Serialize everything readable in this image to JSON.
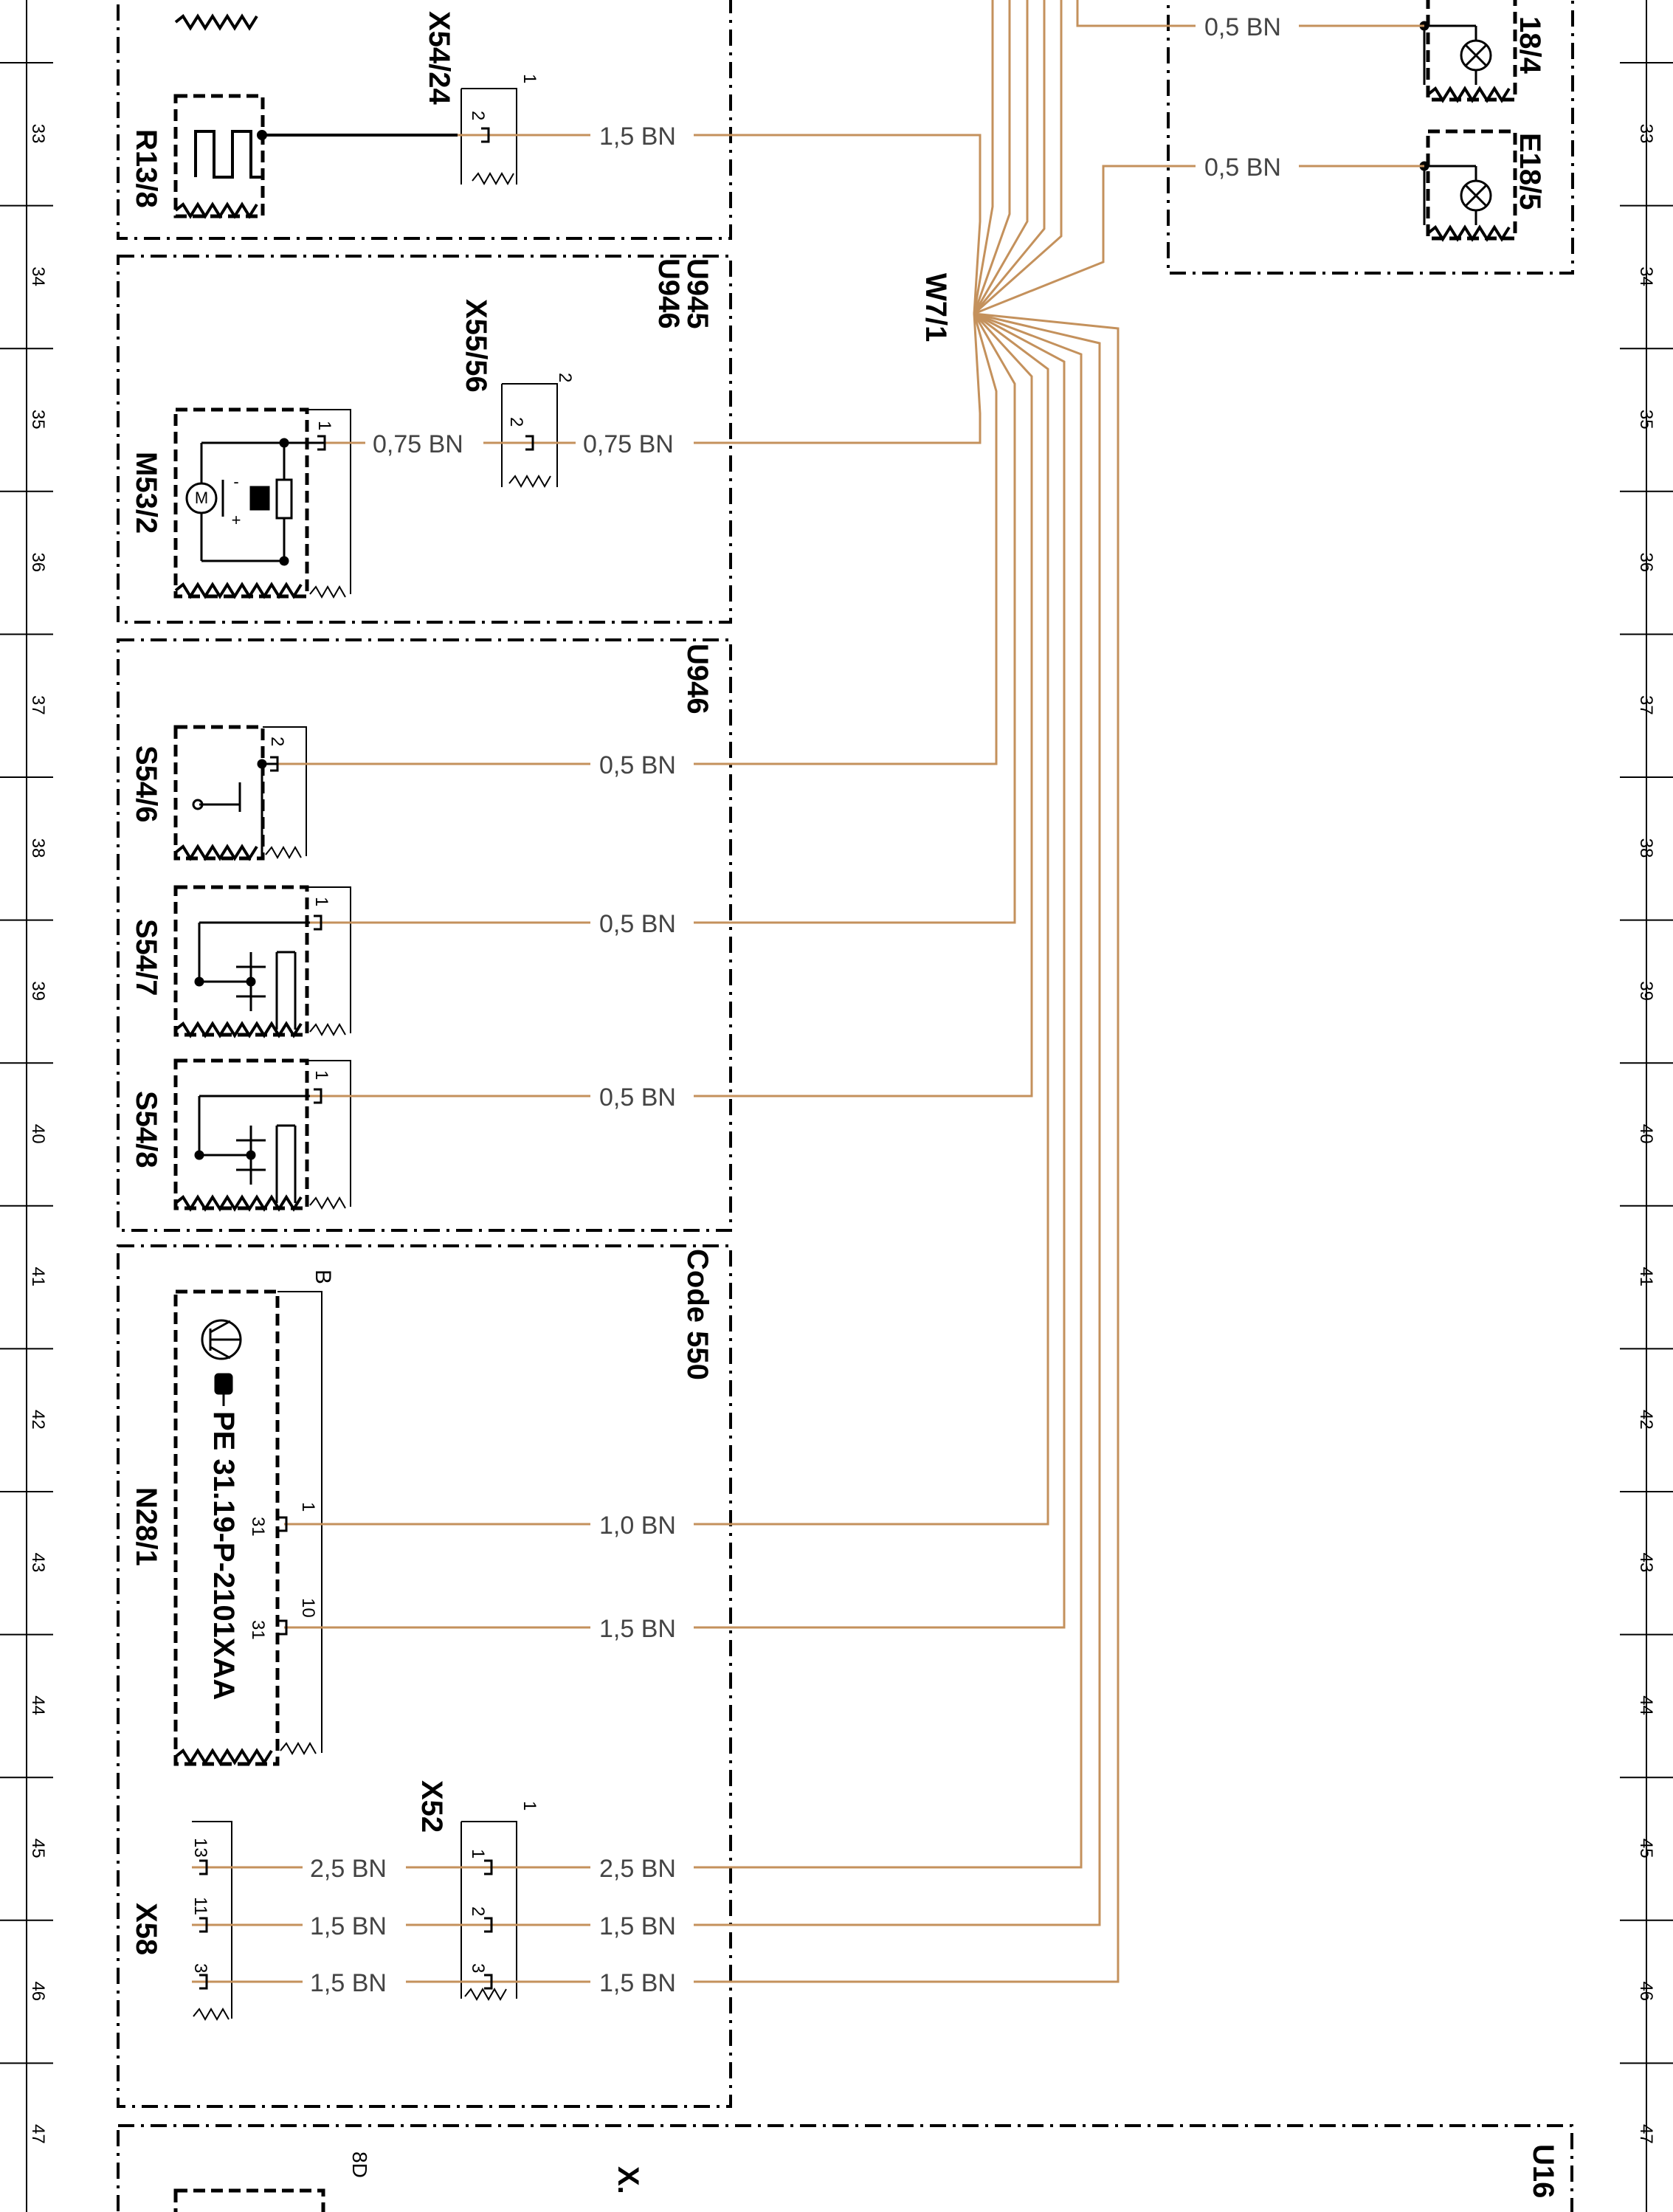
{
  "diagram": {
    "wire_color": "#c4915c",
    "line_color": "#000000",
    "background": "#ffffff",
    "grid_rows": [
      "33",
      "34",
      "35",
      "36",
      "37",
      "38",
      "39",
      "40",
      "41",
      "42",
      "43",
      "44",
      "45",
      "46",
      "47"
    ],
    "harness_label": "W7/1",
    "components": {
      "r13_8": "R13/8",
      "x54_24": "X54/24",
      "m53_2": "M53/2",
      "x55_56": "X55/56",
      "s54_6": "S54/6",
      "s54_7": "S54/7",
      "s54_8": "S54/8",
      "n28_1": "N28/1",
      "x52": "X52",
      "x58": "X58",
      "e18_4": "18/4",
      "e18_5": "E18/5",
      "x_bottom": "X."
    },
    "groups": {
      "u945": "U945",
      "u946a": "U946",
      "u946b": "U946",
      "code550": "Code 550",
      "u16": "U16"
    },
    "pe_reference": "PE 31.19-P-2101XAA",
    "wire_labels": {
      "w_e18_4": "0,5 BN",
      "w_e18_5": "0,5 BN",
      "w_r13_8": "1,5 BN",
      "w_m53_a": "0,75 BN",
      "w_m53_b": "0,75 BN",
      "w_s54_6": "0,5 BN",
      "w_s54_7": "0,5 BN",
      "w_s54_8": "0,5 BN",
      "w_n28_31a": "1,0 BN",
      "w_n28_31b": "1,5 BN",
      "w_x52_1": "2,5 BN",
      "w_x52_2": "1,5 BN",
      "w_x52_3": "1,5 BN",
      "w_x58_13": "2,5 BN",
      "w_x58_11": "1,5 BN",
      "w_x58_3": "1,5 BN"
    },
    "pins": {
      "x54_24_1": "1",
      "x54_24_2": "2",
      "m53_2_1": "1",
      "x55_56_2a": "2",
      "x55_56_2b": "2",
      "s54_6_2": "2",
      "s54_7_1": "1",
      "s54_8_1": "1",
      "n28_b": "B",
      "n28_1": "1",
      "n28_31a": "31",
      "n28_10": "10",
      "n28_31b": "31",
      "x52_top": "1",
      "x52_1": "1",
      "x52_2": "2",
      "x52_3": "3",
      "x58_13": "13",
      "x58_11": "11",
      "x58_3": "3",
      "x_8d": "8D"
    },
    "motor_symbols": {
      "minus": "-",
      "plus": "+",
      "m": "M"
    }
  }
}
